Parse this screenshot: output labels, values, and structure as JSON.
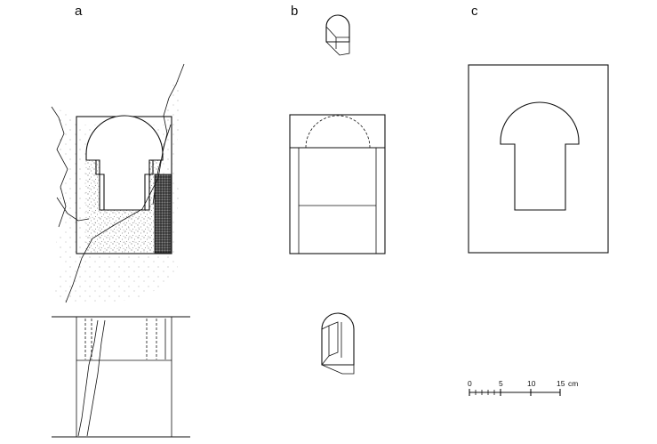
{
  "panels": {
    "a": {
      "label": "a"
    },
    "b": {
      "label": "b"
    },
    "c": {
      "label": "c"
    }
  },
  "scale_bar": {
    "ticks": [
      "0",
      "5",
      "10",
      "15"
    ],
    "unit": "cm"
  }
}
